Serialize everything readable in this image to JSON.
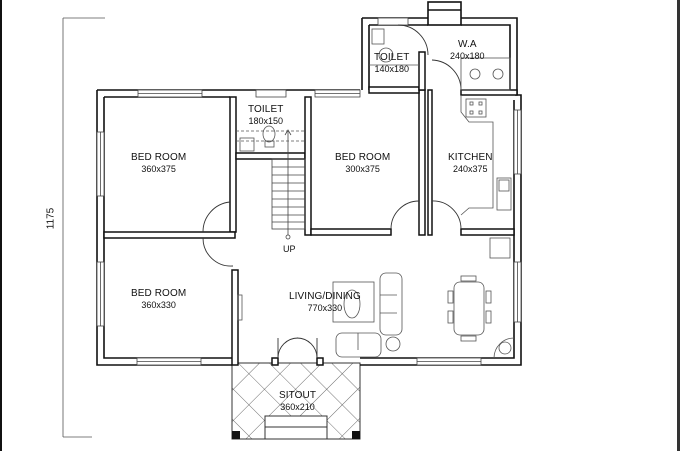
{
  "plan": {
    "overall_dimension": "1175",
    "stair_label": "UP",
    "rooms": [
      {
        "id": "bedroom1",
        "name": "BED ROOM",
        "size": "360x375"
      },
      {
        "id": "toilet1",
        "name": "TOILET",
        "size": "180x150"
      },
      {
        "id": "bedroom2",
        "name": "BED ROOM",
        "size": "300x375"
      },
      {
        "id": "toilet2",
        "name": "TOILET",
        "size": "140x180"
      },
      {
        "id": "wa",
        "name": "W.A",
        "size": "240x180"
      },
      {
        "id": "kitchen",
        "name": "KITCHEN",
        "size": "240x375"
      },
      {
        "id": "bedroom3",
        "name": "BED ROOM",
        "size": "360x330"
      },
      {
        "id": "living",
        "name": "LIVING/DINING",
        "size": "770x330"
      },
      {
        "id": "sitout",
        "name": "SITOUT",
        "size": "360x210"
      }
    ]
  },
  "colors": {
    "wall": "#111111",
    "line": "#333333",
    "furniture": "#555555",
    "background": "#ffffff"
  }
}
